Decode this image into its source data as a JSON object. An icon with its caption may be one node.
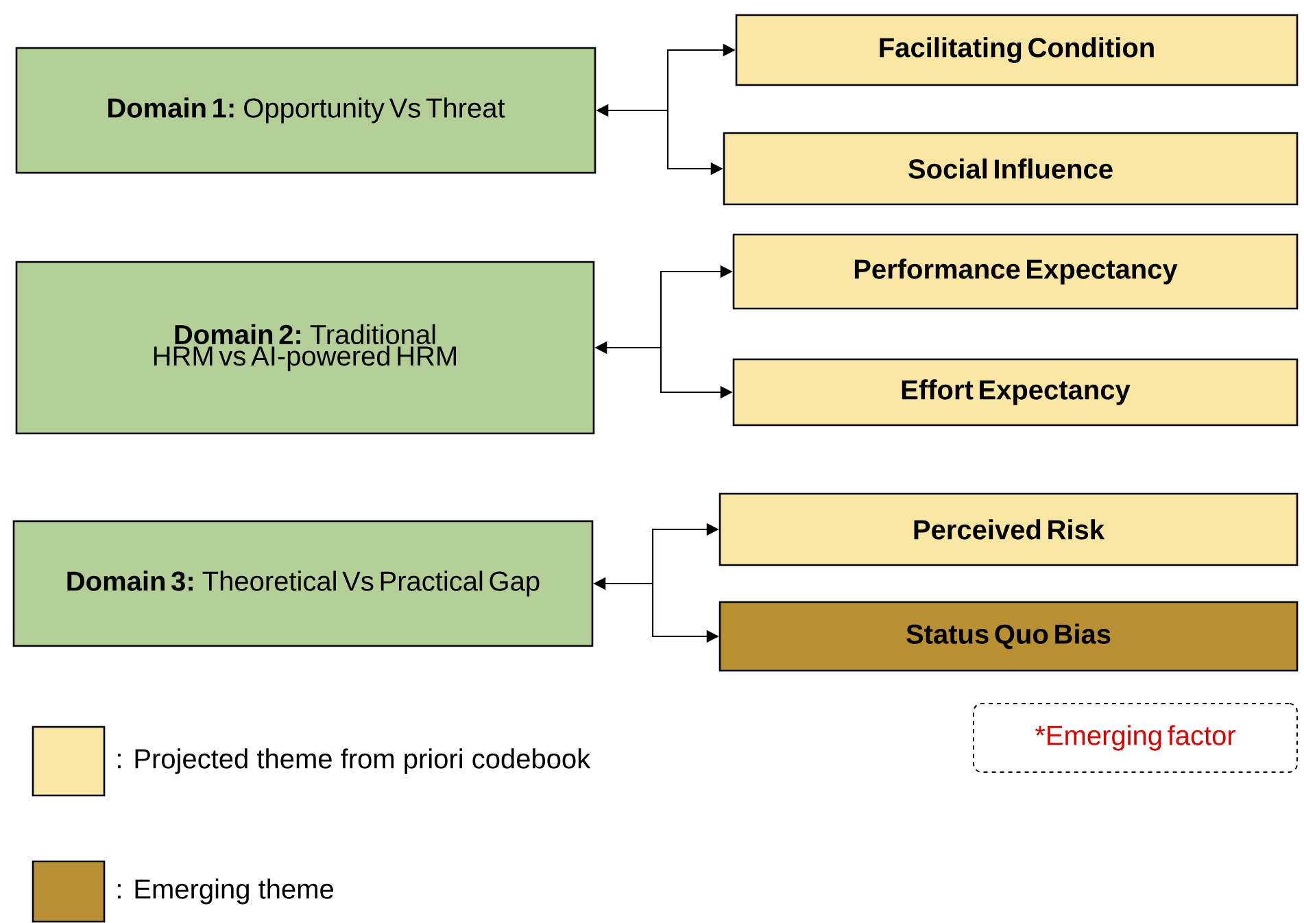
{
  "diagram": {
    "nodes": [
      {
        "text": [
          "**Domain 1:** Opportunity Vs Threat"
        ]
      },
      {
        "text": [
          "Facilitating Condition"
        ]
      },
      {
        "text": [
          "Social Influence"
        ]
      },
      {
        "text": [
          "**Domain 2:** Traditional HRM vs AI-powered HRM"
        ]
      },
      {
        "text": [
          "Performance Expectancy"
        ]
      },
      {
        "text": [
          "Effort Expectancy"
        ]
      },
      {
        "text": [
          "**Domain 3:** Theoretical Vs Practical Gap"
        ]
      },
      {
        "text": [
          "Perceived Risk"
        ]
      },
      {
        "text": [
          "Status Quo Bias"
        ]
      },
      {
        "text": [
          "*Emerging factor"
        ]
      }
    ],
    "edges": [
      {
        "from": 0,
        "to": 1,
        "arrow": "both"
      },
      {
        "from": 0,
        "to": 2,
        "arrow": "both"
      },
      {
        "from": 3,
        "to": 4,
        "arrow": "both"
      },
      {
        "from": 3,
        "to": 5,
        "arrow": "both"
      },
      {
        "from": 6,
        "to": 7,
        "arrow": "both"
      },
      {
        "from": 6,
        "to": 8,
        "arrow": "both"
      }
    ],
    "legend": [
      {
        "text": ": Projected theme from priori codebook",
        "color": "#fae6a4"
      },
      {
        "text": ": Emerging theme",
        "color": "#b89033"
      }
    ]
  }
}
